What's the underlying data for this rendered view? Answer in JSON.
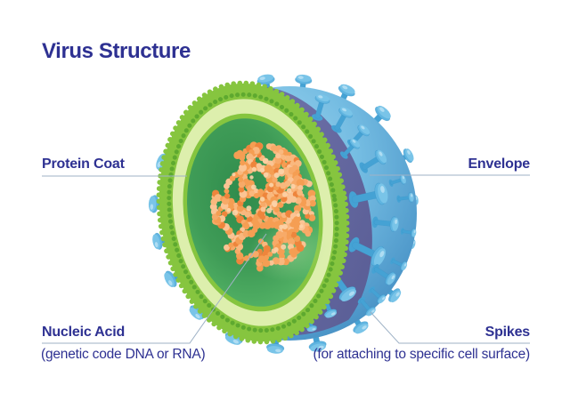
{
  "title": "Virus Structure",
  "callouts": {
    "protein_coat": {
      "label": "Protein Coat"
    },
    "envelope": {
      "label": "Envelope"
    },
    "nucleic_acid": {
      "label": "Nucleic Acid",
      "description": "(genetic code DNA or RNA)"
    },
    "spikes": {
      "label": "Spikes",
      "description": "(for attaching to specific cell surface)"
    }
  },
  "colors": {
    "label_text": "#2E3192",
    "leader_line": "#9FB2C6",
    "envelope_blue_light": "#A8DBF2",
    "envelope_blue": "#74BCE2",
    "envelope_blue_deep": "#4E98CA",
    "envelope_blue_dark": "#3A7EB0",
    "spike_body": "#45A2D4",
    "spike_disc": "#5FB4E0",
    "spike_cap": "#79C4E8",
    "spike_highlight": "#C2E6F7",
    "spike_outline": "#3390C4",
    "inner_wall_purple": "#7B7EB5",
    "inner_wall_purple_dark": "#565A92",
    "protein_coat_green": "#86C53F",
    "protein_coat_bead": "#5CA82E",
    "protein_coat_pale": "#DDEFAD",
    "core_green_dark": "#2F8B4C",
    "core_green": "#3F9C57",
    "core_green_mid": "#55B466",
    "core_green_light": "#66C474",
    "nucleic_orange": "#F59E53",
    "nucleic_orange_light": "#FBC494",
    "nucleic_orange_dark": "#EE853C",
    "nucleic_highlight": "#FCD3A8"
  }
}
